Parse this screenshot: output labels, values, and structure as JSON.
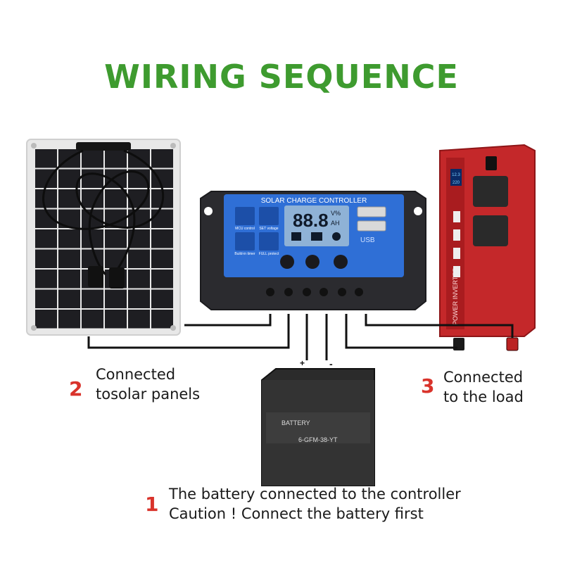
{
  "title": "WIRING SEQUENCE",
  "colors": {
    "title": "#3e9b2f",
    "step_number": "#d9332b",
    "panel_frame": "#e2e2e2",
    "panel_cell": "#1e1e22",
    "controller_body": "#2a2a2e",
    "controller_face": "#2f6fd6",
    "inverter_body": "#c4282a",
    "battery_body": "#2b2b2b",
    "wire": "#111111"
  },
  "controller": {
    "header": "SOLAR CHARGE CONTROLLER",
    "lcd": "88.8",
    "lcd_unit_top": "V%",
    "lcd_unit_bottom": "AH",
    "icons": [
      "MCU control",
      "SET voltage",
      "Build-in timer",
      "FULL protect"
    ],
    "usb_label": "USB"
  },
  "inverter": {
    "side_label": "POWER INVERTER",
    "display_top": "12.3",
    "display_bottom": "220"
  },
  "battery": {
    "brand": "BATTERY",
    "model": "6-GFM-38-YT",
    "terminal_positive": "+",
    "terminal_negative": "-"
  },
  "steps": [
    {
      "number": "1",
      "lines": [
        "The battery connected to the controller",
        "Caution ! Connect the battery first"
      ]
    },
    {
      "number": "2",
      "lines": [
        "Connected",
        "tosolar panels"
      ]
    },
    {
      "number": "3",
      "lines": [
        "Connected",
        "to the load"
      ]
    }
  ]
}
